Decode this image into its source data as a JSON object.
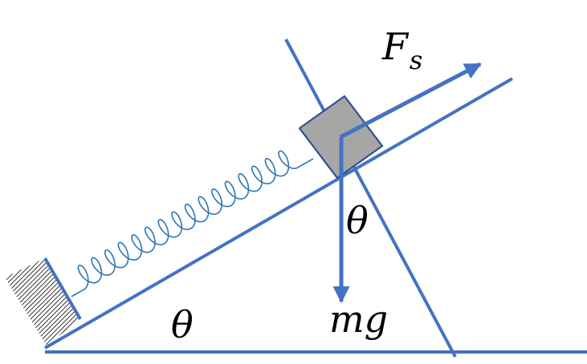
{
  "labels": {
    "spring_force_main": "F",
    "spring_force_sub": "s",
    "weight": "mg",
    "angle_incline": "θ",
    "angle_normal": "θ"
  },
  "colors": {
    "line": "#4472c4",
    "block_fill": "#a6a6a6",
    "block_stroke": "#2f528f",
    "spring": "#2e75b6",
    "wall_hatch": "#000000",
    "text": "#000000"
  }
}
